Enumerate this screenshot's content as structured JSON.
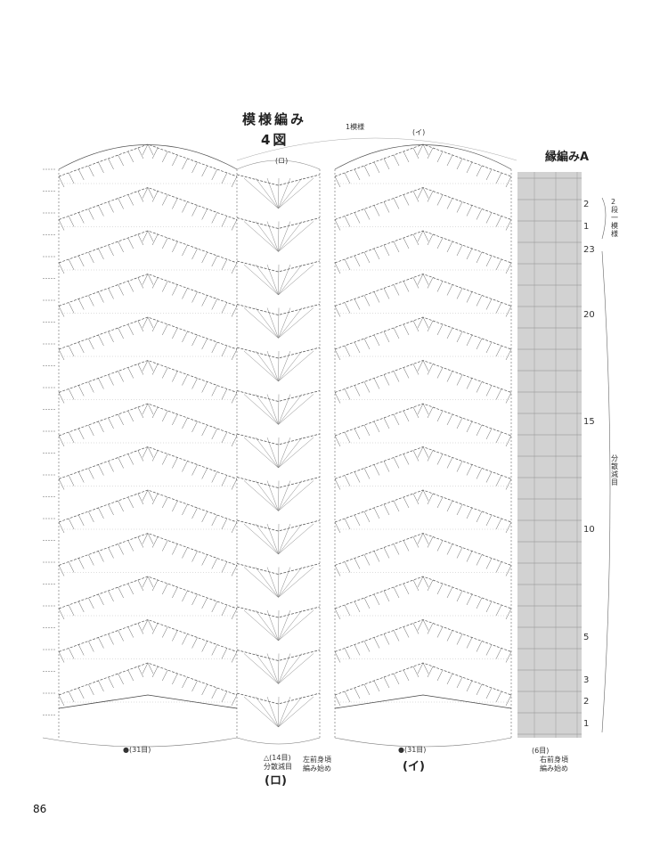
{
  "page_number": "86",
  "title": {
    "line1": "模様編み",
    "line2": "4図"
  },
  "edge_title": "縁編みA",
  "top_labels": {
    "repeat": "1模様",
    "i": "(イ)",
    "ro": "(ロ)"
  },
  "right_labels": {
    "two_rows": "2段一模様",
    "decrease": "分散減目"
  },
  "row_numbers": [
    "2",
    "1",
    "23",
    "20",
    "15",
    "10",
    "5",
    "3",
    "2",
    "1"
  ],
  "bottom_labels": {
    "left_count": "●(31目)",
    "center_count": "△(14目)",
    "center_sub": "分散減目",
    "center_mark": "(ロ)",
    "left_front": "左前身頃",
    "left_front2": "編み始め",
    "right_count": "●(31目)",
    "right_mark": "(イ)",
    "edge_count": "(6目)",
    "right_front": "右前身頃",
    "right_front2": "編み始め"
  }
}
